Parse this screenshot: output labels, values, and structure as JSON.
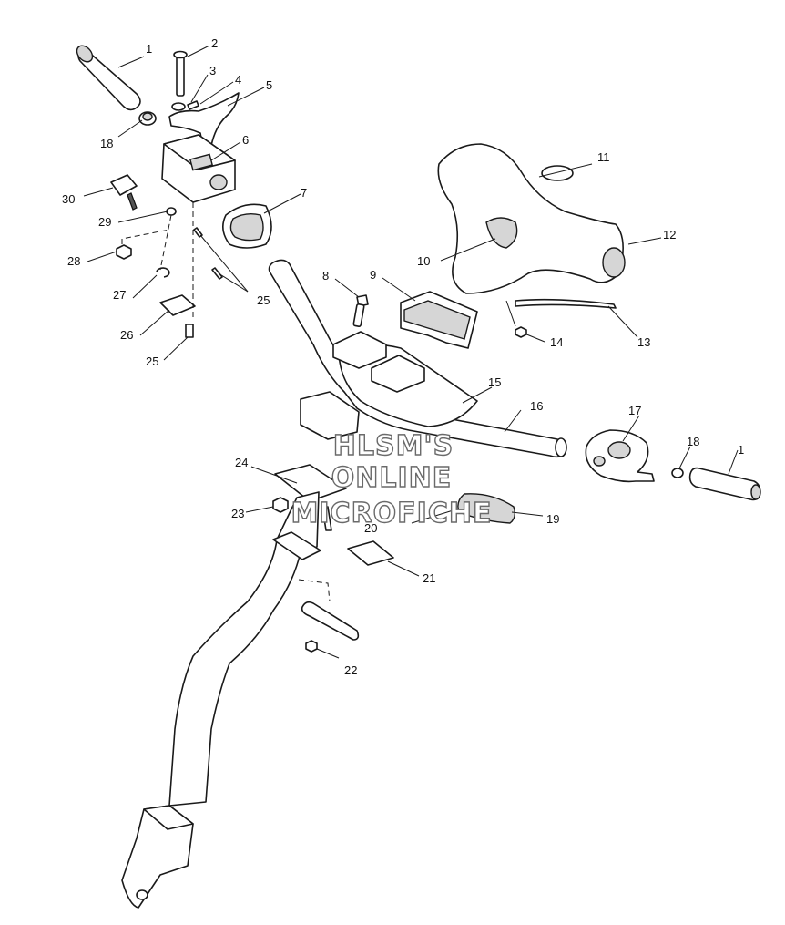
{
  "callouts": [
    {
      "id": "c1a",
      "label": "1"
    },
    {
      "id": "c2",
      "label": "2"
    },
    {
      "id": "c3",
      "label": "3"
    },
    {
      "id": "c4",
      "label": "4"
    },
    {
      "id": "c5",
      "label": "5"
    },
    {
      "id": "c6",
      "label": "6"
    },
    {
      "id": "c7",
      "label": "7"
    },
    {
      "id": "c8",
      "label": "8"
    },
    {
      "id": "c9",
      "label": "9"
    },
    {
      "id": "c10",
      "label": "10"
    },
    {
      "id": "c11",
      "label": "11"
    },
    {
      "id": "c12",
      "label": "12"
    },
    {
      "id": "c13",
      "label": "13"
    },
    {
      "id": "c14",
      "label": "14"
    },
    {
      "id": "c15",
      "label": "15"
    },
    {
      "id": "c16",
      "label": "16"
    },
    {
      "id": "c17",
      "label": "17"
    },
    {
      "id": "c18a",
      "label": "18"
    },
    {
      "id": "c18b",
      "label": "18"
    },
    {
      "id": "c1b",
      "label": "1"
    },
    {
      "id": "c19",
      "label": "19"
    },
    {
      "id": "c20",
      "label": "20"
    },
    {
      "id": "c21",
      "label": "21"
    },
    {
      "id": "c22",
      "label": "22"
    },
    {
      "id": "c23",
      "label": "23"
    },
    {
      "id": "c24",
      "label": "24"
    },
    {
      "id": "c25a",
      "label": "25"
    },
    {
      "id": "c25b",
      "label": "25"
    },
    {
      "id": "c26",
      "label": "26"
    },
    {
      "id": "c27",
      "label": "27"
    },
    {
      "id": "c28",
      "label": "28"
    },
    {
      "id": "c29",
      "label": "29"
    },
    {
      "id": "c30",
      "label": "30"
    }
  ],
  "watermark": {
    "line1": "HLSM'S",
    "line2": "ONLINE",
    "line3": "MICROFICHE"
  }
}
